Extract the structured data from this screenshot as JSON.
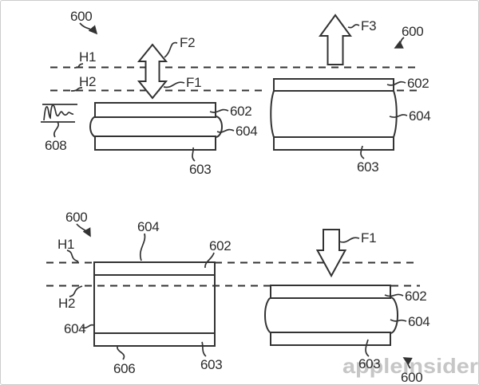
{
  "watermark": "appleinsider",
  "colors": {
    "ink": "#333333",
    "label": "#2b2b2b",
    "watermark": "#c6c6c6",
    "frame": "#cccccc",
    "background": "#ffffff"
  },
  "diagrams": {
    "top_left": {
      "ref": "600",
      "h1": "H1",
      "h2": "H2",
      "f2": "F2",
      "f1": "F1",
      "top_layer": "602",
      "mid_layer": "604",
      "bottom_layer": "603",
      "signal": "608"
    },
    "top_right": {
      "ref": "600",
      "f3": "F3",
      "top_layer": "602",
      "mid_layer": "604",
      "bottom_layer": "603"
    },
    "bottom_left": {
      "ref": "600",
      "h1": "H1",
      "h2": "H2",
      "top_label": "604",
      "top_layer": "602",
      "left_label": "604",
      "base_layer": "606",
      "bottom_layer": "603"
    },
    "bottom_right": {
      "ref": "600",
      "f1": "F1",
      "top_layer": "602",
      "mid_layer": "604",
      "bottom_layer": "603"
    }
  }
}
